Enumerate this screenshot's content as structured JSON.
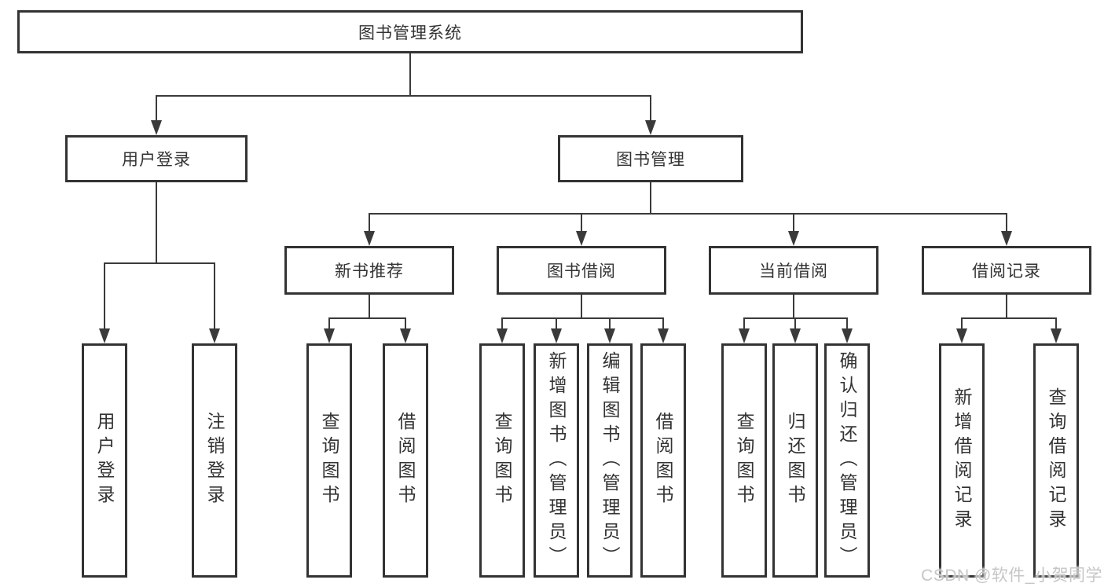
{
  "tree": {
    "label": "图书管理系统",
    "children": [
      {
        "label": "用户登录",
        "children": [
          {
            "label": "用户登录"
          },
          {
            "label": "注销登录"
          }
        ]
      },
      {
        "label": "图书管理",
        "children": [
          {
            "label": "新书推荐",
            "children": [
              {
                "label": "查询图书"
              },
              {
                "label": "借阅图书"
              }
            ]
          },
          {
            "label": "图书借阅",
            "children": [
              {
                "label": "查询图书"
              },
              {
                "label": "新增图书（管理员）"
              },
              {
                "label": "编辑图书（管理员）"
              },
              {
                "label": "借阅图书"
              }
            ]
          },
          {
            "label": "当前借阅",
            "children": [
              {
                "label": "查询图书"
              },
              {
                "label": "归还图书"
              },
              {
                "label": "确认归还（管理员）"
              }
            ]
          },
          {
            "label": "借阅记录",
            "children": [
              {
                "label": "新增借阅记录"
              },
              {
                "label": "查询借阅记录"
              }
            ]
          }
        ]
      }
    ]
  },
  "watermark": {
    "text": "CSDN @软件_小贺同学"
  },
  "colors": {
    "line": "#3a3a3a",
    "box_border": "#333333",
    "text": "#333333",
    "background": "#ffffff",
    "watermark": "#c6c6c6"
  }
}
